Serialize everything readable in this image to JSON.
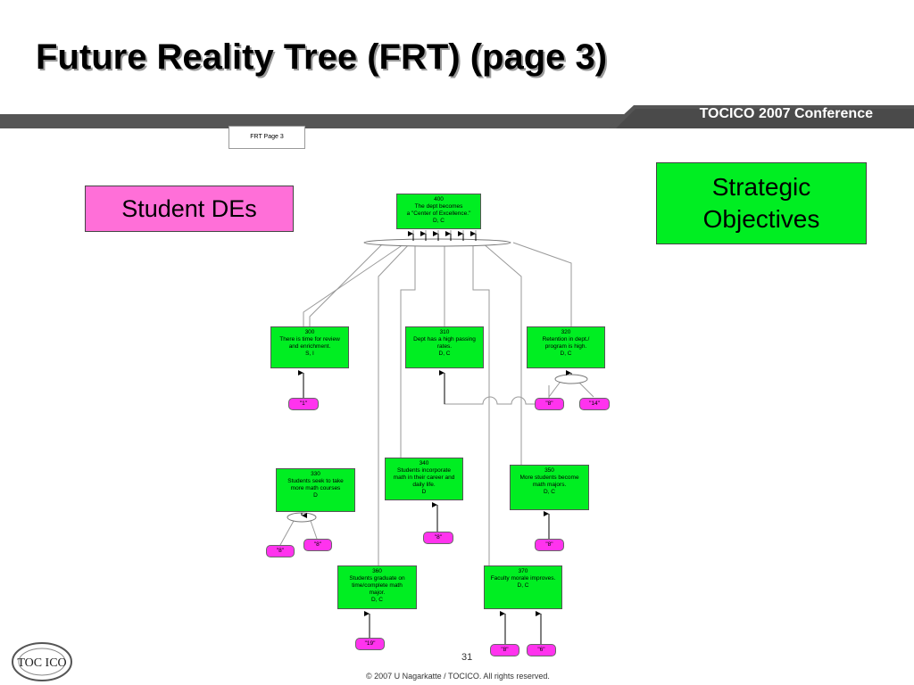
{
  "slide": {
    "title": "Future Reality Tree (FRT) (page 3)",
    "banner_text": "TOCICO 2007 Conference",
    "page_tag": "FRT Page 3",
    "page_number": "31",
    "copyright": "© 2007 U Nagarkatte / TOCICO. All rights reserved."
  },
  "labels": {
    "student_des": "Student DEs",
    "strategic_line1": "Strategic",
    "strategic_line2": "Objectives"
  },
  "logo": {
    "text": "TOC ICO"
  },
  "nodes": {
    "n400": {
      "id": "400",
      "line1": "The dept becomes",
      "line2": "a \"Center of Excellence.\"",
      "line3": "D, C"
    },
    "n300": {
      "id": "300",
      "line1": "There is time for review",
      "line2": "and enrichment.",
      "line3": "S, I"
    },
    "n310": {
      "id": "310",
      "line1": "Dept has a high passing",
      "line2": "rates.",
      "line3": "D, C"
    },
    "n320": {
      "id": "320",
      "line1": "Retention in dept./",
      "line2": "program is high.",
      "line3": "D, C"
    },
    "n330": {
      "id": "330",
      "line1": "Students seek to take",
      "line2": "more math courses",
      "line3": "D"
    },
    "n340": {
      "id": "340",
      "line1": "Students incorporate",
      "line2": "math in their career and",
      "line3": "daily life.",
      "line4": "D"
    },
    "n350": {
      "id": "350",
      "line1": "More students become",
      "line2": "math majors.",
      "line3": "D, C"
    },
    "n360": {
      "id": "360",
      "line1": "Students graduate on",
      "line2": "time/complete math",
      "line3": "major.",
      "line4": "D, C"
    },
    "n370": {
      "id": "370",
      "line1": "Faculty morale improves.",
      "line2": "D, C"
    }
  },
  "refs": {
    "r1": "\"1\"",
    "r2": "\"8\"",
    "r3": "\"14\"",
    "r4": "\"8\"",
    "r5": "\"8\"",
    "r6": "\"8\"",
    "r7": "\"8\"",
    "r8": "\"19\"",
    "r9": "\"8\"",
    "r10": "\"6\""
  },
  "colors": {
    "node_green": "#00ee22",
    "student_pink": "#ff6fd8",
    "ref_magenta": "#ff33ee",
    "banner_dark": "#555555"
  }
}
